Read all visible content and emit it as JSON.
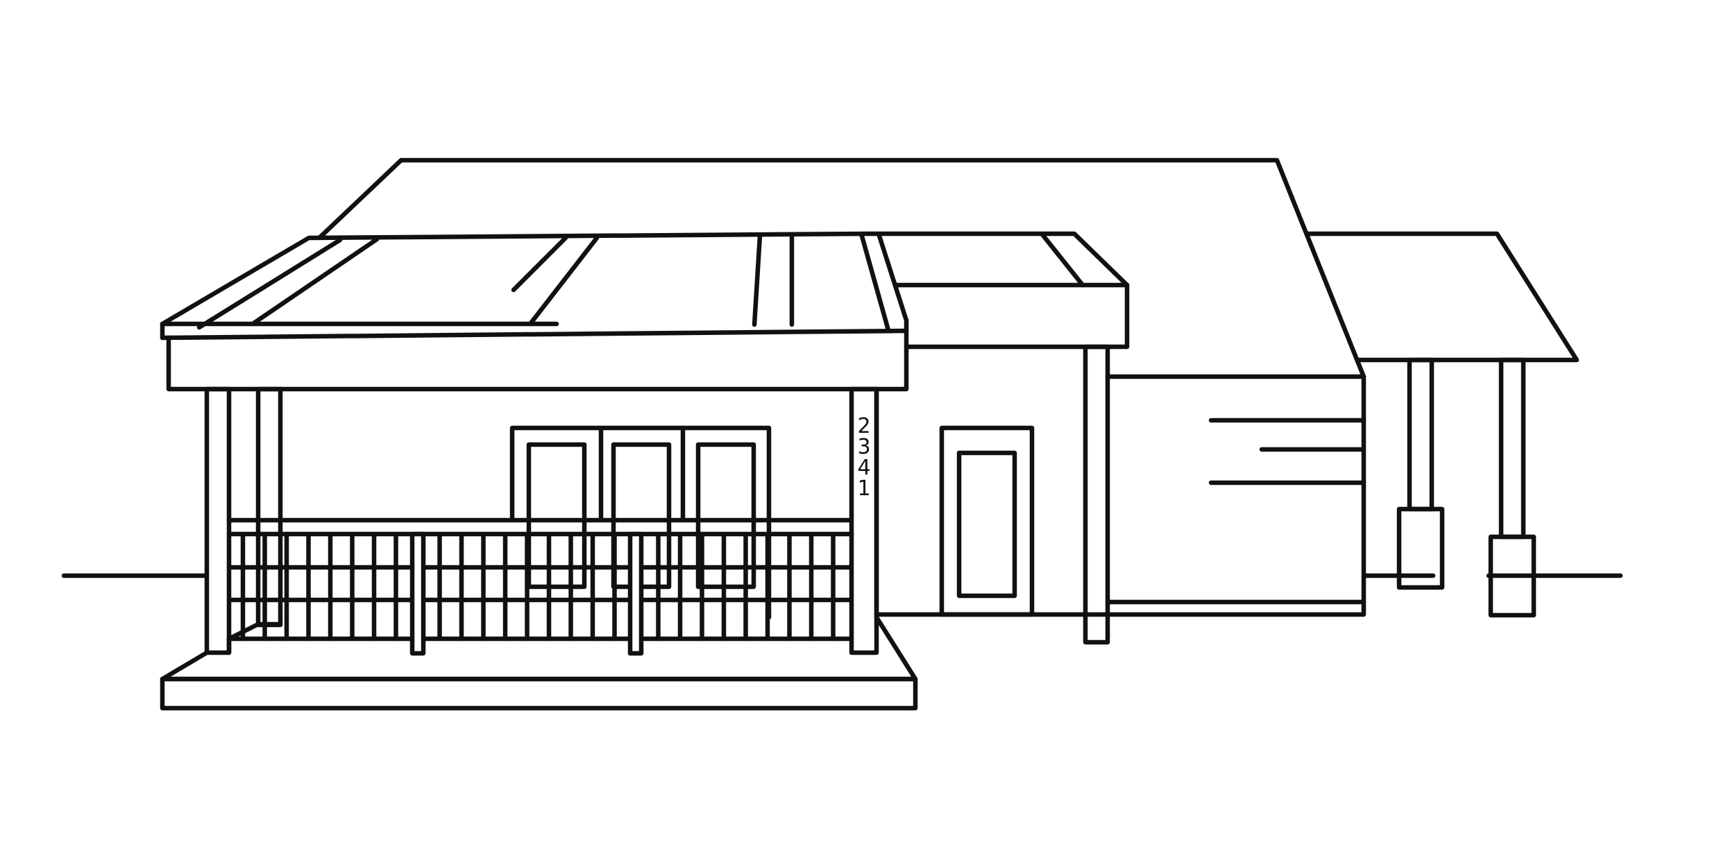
{
  "house_number": {
    "digits": [
      "2",
      "3",
      "4",
      "1"
    ]
  },
  "colors": {
    "line": "#111111",
    "background": "#ffffff"
  }
}
